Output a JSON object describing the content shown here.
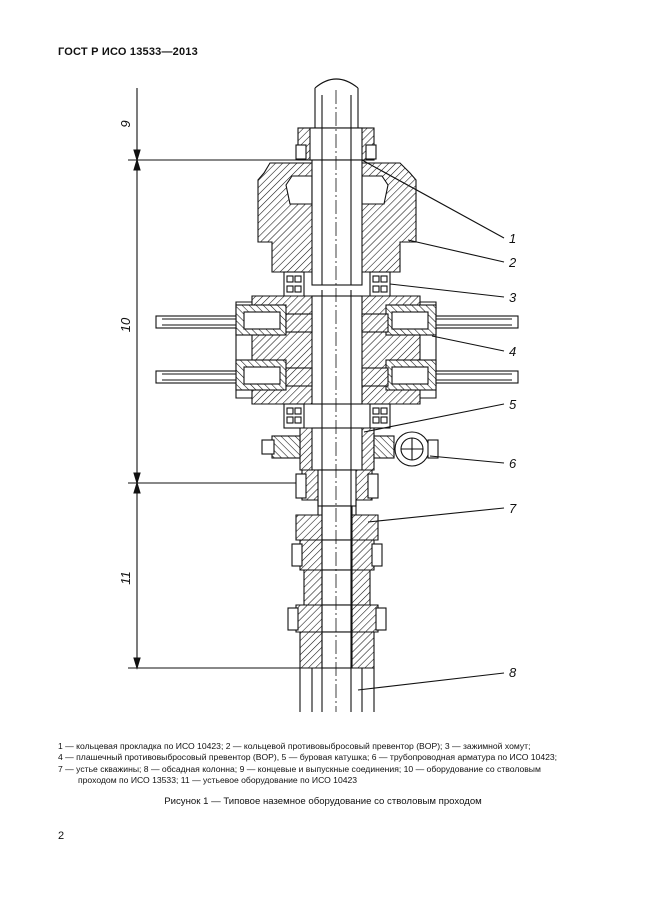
{
  "document": {
    "header": "ГОСТ Р ИСО 13533—2013",
    "page_number": "2",
    "figure": {
      "callouts": [
        "1",
        "2",
        "3",
        "4",
        "5",
        "6",
        "7",
        "8"
      ],
      "dimensions": [
        "9",
        "10",
        "11"
      ],
      "legend_lines": [
        "1 — кольцевая прокладка по ИСО 10423; 2 — кольцевой противовыбросовый превентор (BOP); 3 — зажимной хомут;",
        "4 — плашечный противовыбросовый превентор (BOP), 5 — буровая катушка; 6 — трубопроводная арматура по ИСО 10423;",
        "7 — устье скважины; 8 — обсадная колонна; 9 — концевые и выпускные соединения; 10 — оборудование со стволовым",
        "проходом по ИСО 13533; 11 — устьевое оборудование по ИСО 10423"
      ],
      "caption": "Рисунок 1 — Типовое наземное оборудование со стволовым проходом"
    }
  }
}
